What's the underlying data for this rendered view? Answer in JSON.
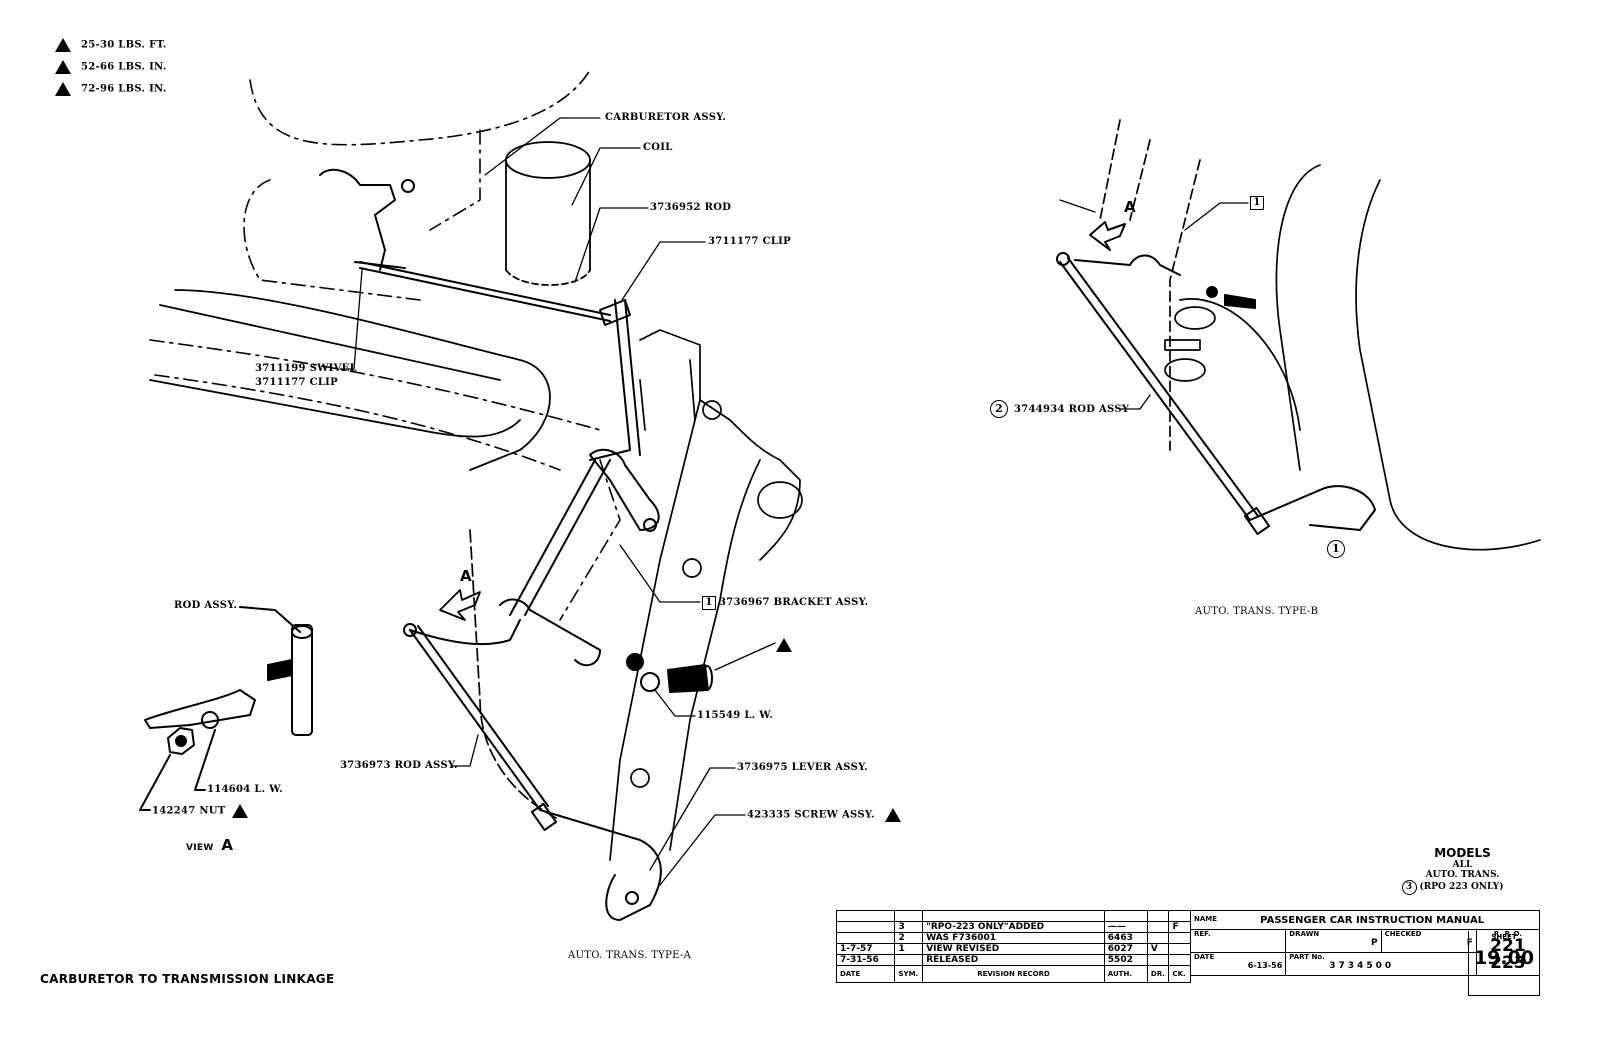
{
  "torque_legend": [
    {
      "icon": "torque-triangle-icon",
      "text": "25-30 LBS. FT."
    },
    {
      "icon": "torque-triangle-icon",
      "text": "52-66 LBS. IN."
    },
    {
      "icon": "torque-triangle-icon",
      "text": "72-96 LBS. IN."
    }
  ],
  "callouts_type_a": {
    "carburetor": "CARBURETOR ASSY.",
    "coil": "COIL",
    "rod": "3736952 ROD",
    "clip": "3711177 CLIP",
    "swivel": "3711199 SWIVEL",
    "swivel_clip": "3711177 CLIP",
    "bracket_num": "1",
    "bracket": "3736967 BRACKET ASSY.",
    "lw": "115549 L. W.",
    "rod_assy": "3736973 ROD ASSY.",
    "lever": "3736975 LEVER ASSY.",
    "screw": "423335 SCREW ASSY.",
    "view_marker": "A"
  },
  "view_a": {
    "rod": "ROD ASSY.",
    "lw": "114604 L. W.",
    "nut": "142247 NUT",
    "caption_prefix": "VIEW",
    "caption_letter": "A"
  },
  "callouts_type_b": {
    "marker_a": "A",
    "box_num": "1",
    "rod_num": "2",
    "rod": "3744934 ROD ASSY",
    "lever_num": "1"
  },
  "captions": {
    "type_a": "AUTO. TRANS. TYPE-A",
    "type_b": "AUTO. TRANS. TYPE-B",
    "sheet_title": "CARBURETOR TO TRANSMISSION LINKAGE"
  },
  "models": {
    "heading": "MODELS",
    "line1": "ALL",
    "line2": "AUTO. TRANS.",
    "num": "3",
    "line3": "(RPO 223 ONLY)"
  },
  "revision_record": {
    "rows": [
      {
        "date": "",
        "sym": "3",
        "text": "\"RPO-223 ONLY\"ADDED",
        "auth": "——",
        "dr": "",
        "ck": "F"
      },
      {
        "date": "",
        "sym": "2",
        "text": "WAS F736001",
        "auth": "6463",
        "dr": "",
        "ck": ""
      },
      {
        "date": "1-7-57",
        "sym": "1",
        "text": "VIEW REVISED",
        "auth": "6027",
        "dr": "V",
        "ck": ""
      },
      {
        "date": "7-31-56",
        "sym": "",
        "text": "RELEASED",
        "auth": "5502",
        "dr": "",
        "ck": ""
      }
    ],
    "headers": {
      "date": "DATE",
      "sym": "SYM.",
      "text": "REVISION RECORD",
      "auth": "AUTH.",
      "dr": "DR.",
      "ck": "CK."
    }
  },
  "title_block": {
    "name_label": "NAME",
    "name": "PASSENGER CAR INSTRUCTION MANUAL",
    "ref_label": "REF.",
    "drawn_label": "DRAWN",
    "drawn_val": "P",
    "checked_label": "CHECKED",
    "checked_val": "F",
    "rpo_label": "R. P. O.",
    "rpo1": "221",
    "rpo2": "223",
    "sheet_label": "SHEET",
    "sheet": "19.00",
    "date_label": "DATE",
    "date": "6-13-56",
    "part_label": "PART No.",
    "part": "3734500"
  }
}
